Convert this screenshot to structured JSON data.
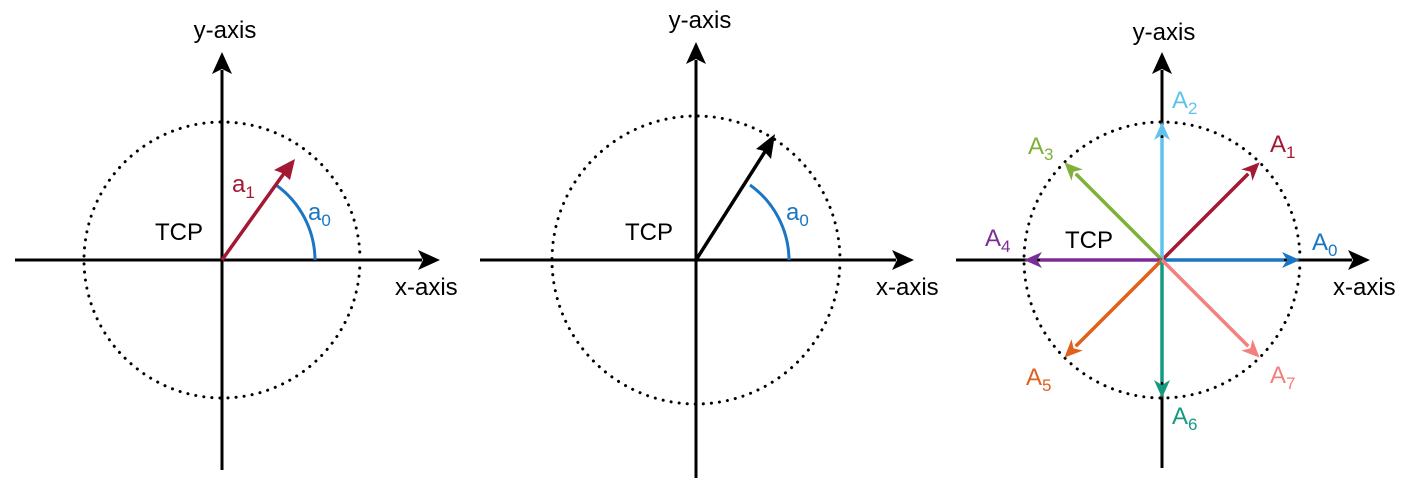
{
  "colors": {
    "axis": "#000000",
    "circle": "#000000",
    "a1": "#a31833",
    "a0": "#1a76c2",
    "A0": "#1a76c2",
    "A1": "#a31833",
    "A2": "#5ec4ee",
    "A3": "#7fb03a",
    "A4": "#7b2d97",
    "A5": "#e0601e",
    "A6": "#159a82",
    "A7": "#f47f7c"
  },
  "panels": [
    {
      "y_axis_label": "y-axis",
      "x_axis_label": "x-axis",
      "origin_label": "TCP",
      "arrow_label": {
        "base": "a",
        "sub": "1"
      },
      "angle_label": {
        "base": "a",
        "sub": "0"
      }
    },
    {
      "y_axis_label": "y-axis",
      "x_axis_label": "x-axis",
      "origin_label": "TCP",
      "angle_label": {
        "base": "a",
        "sub": "0"
      }
    },
    {
      "y_axis_label": "y-axis",
      "x_axis_label": "x-axis",
      "origin_label": "TCP",
      "actions": [
        {
          "base": "A",
          "sub": "0",
          "color": "#1a76c2"
        },
        {
          "base": "A",
          "sub": "1",
          "color": "#a31833"
        },
        {
          "base": "A",
          "sub": "2",
          "color": "#5ec4ee"
        },
        {
          "base": "A",
          "sub": "3",
          "color": "#7fb03a"
        },
        {
          "base": "A",
          "sub": "4",
          "color": "#7b2d97"
        },
        {
          "base": "A",
          "sub": "5",
          "color": "#e0601e"
        },
        {
          "base": "A",
          "sub": "6",
          "color": "#159a82"
        },
        {
          "base": "A",
          "sub": "7",
          "color": "#f47f7c"
        }
      ]
    }
  ]
}
